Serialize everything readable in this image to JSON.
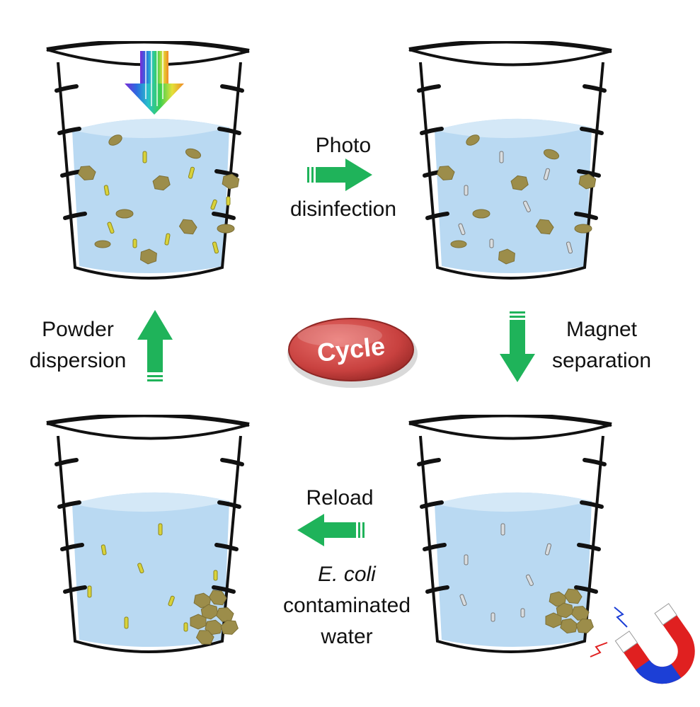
{
  "labels": {
    "photo_line1": "Photo",
    "photo_line2": "disinfection",
    "magnet_line1": "Magnet",
    "magnet_line2": "separation",
    "powder_line1": "Powder",
    "powder_line2": "dispersion",
    "reload": "Reload",
    "ecoli": "E. coli",
    "contaminated": "contaminated",
    "water": "water",
    "cycle": "Cycle"
  },
  "colors": {
    "water": "#b9d9f2",
    "water_top": "#d4e8f7",
    "arrow_green": "#1fb35a",
    "particle_olive": "#9c8d4a",
    "rod_yellow": "#d9d23a",
    "badge_red": "#c8413f",
    "magnet_red": "#e02020",
    "magnet_blue": "#1c3fd6"
  },
  "icons": {
    "light": "rainbow-light-arrow-icon",
    "magnet": "horseshoe-magnet-icon",
    "cycle": "cycle-badge-icon"
  }
}
